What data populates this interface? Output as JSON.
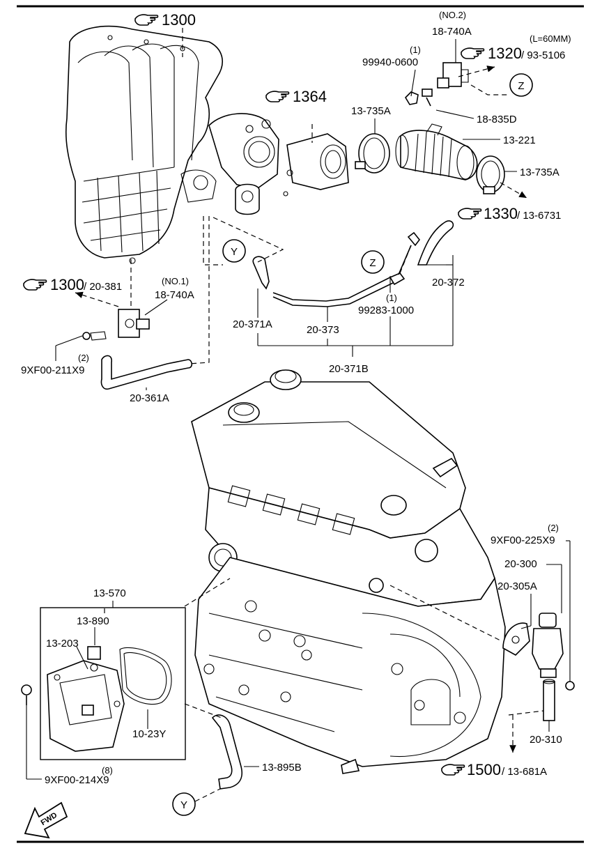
{
  "callouts": {
    "p1300_top": "1300",
    "p1364": "1364",
    "p1320": "1320",
    "p1320_sub": "93-5106",
    "p1320_note": "(L=60MM)",
    "p1330": "1330",
    "p1330_sub": "13-6731",
    "p1300_left": "1300",
    "p1300_left_sub": "20-381",
    "p1500": "1500",
    "p1500_sub": "13-681A"
  },
  "parts": {
    "no2": "(NO.2)",
    "p18_740A_top": "18-740A",
    "qty_99940": "(1)",
    "p99940": "99940-0600",
    "p13_735A_left": "13-735A",
    "p18_835D": "18-835D",
    "p13_221": "13-221",
    "p13_735A_right": "13-735A",
    "no1": "(NO.1)",
    "p18_740A_left": "18-740A",
    "qty_211": "(2)",
    "p9XF00_211X9": "9XF00-211X9",
    "p20_361A": "20-361A",
    "p20_372": "20-372",
    "qty_99283": "(1)",
    "p99283": "99283-1000",
    "p20_371A": "20-371A",
    "p20_373": "20-373",
    "p20_371B": "20-371B",
    "qty_225": "(2)",
    "p9XF00_225X9": "9XF00-225X9",
    "p20_300": "20-300",
    "p20_305A": "20-305A",
    "p20_310": "20-310",
    "p13_570": "13-570",
    "p13_890": "13-890",
    "p13_203": "13-203",
    "p10_23Y": "10-23Y",
    "qty_214": "(8)",
    "p9XF00_214X9": "9XF00-214X9",
    "p13_895B": "13-895B"
  },
  "markers": {
    "z_top": "Z",
    "z_mid": "Z",
    "y_mid": "Y",
    "y_bottom": "Y"
  },
  "fwd": "FWD",
  "icons": [
    "pointing-hand-icon",
    "fwd-arrow-icon"
  ]
}
